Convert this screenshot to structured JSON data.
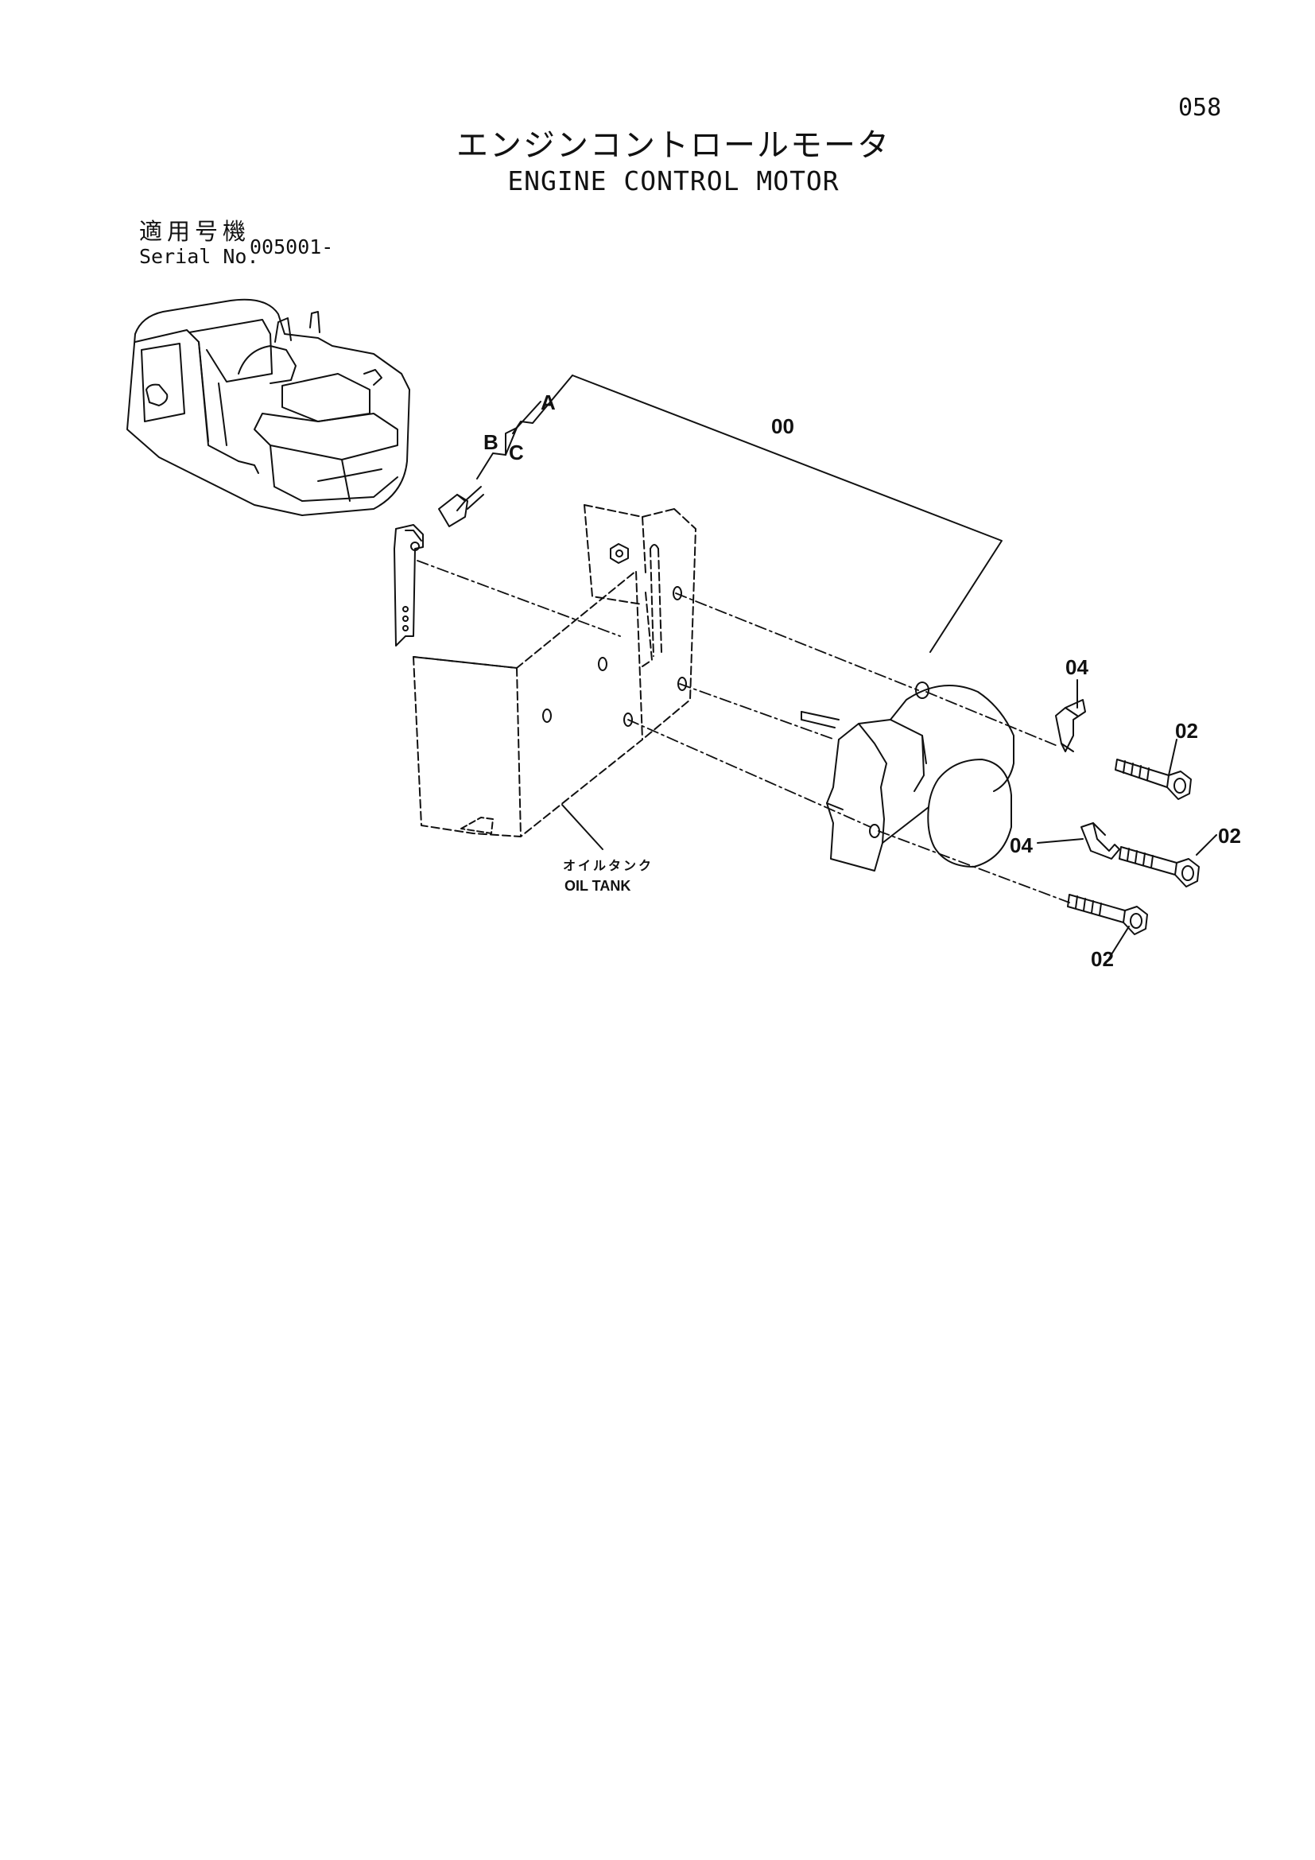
{
  "page_number": "058",
  "title_jp": "エンジンコントロールモータ",
  "title_en": "ENGINE CONTROL MOTOR",
  "serial": {
    "label_jp": "適用号機",
    "label_en": "Serial No.",
    "value": "005001-"
  },
  "callouts": {
    "assembly": "00",
    "bolt": "02",
    "bracket": "04",
    "ref_a": "A",
    "ref_b": "B",
    "ref_c": "C"
  },
  "oil_tank": {
    "label_jp": "オイルタンク",
    "label_en": "OIL TANK"
  }
}
